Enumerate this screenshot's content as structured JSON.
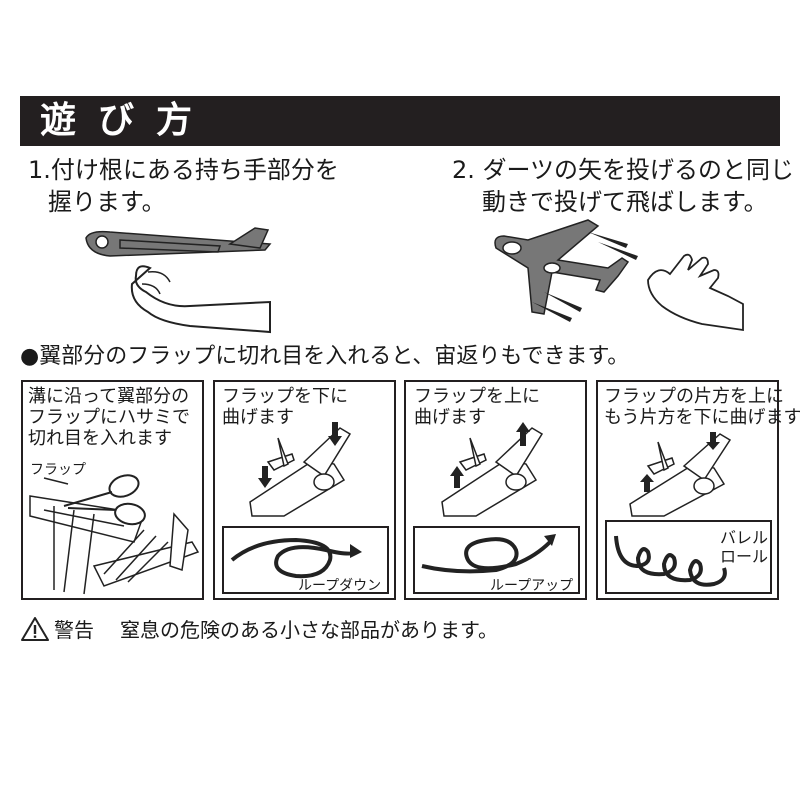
{
  "header": {
    "title": "遊び方"
  },
  "steps": [
    {
      "line1": "1.付け根にある持ち手部分を",
      "line2": "握ります。"
    },
    {
      "line1": "2. ダーツの矢を投げるのと同じ",
      "line2": "動きで投げて飛ばします。"
    }
  ],
  "bullet": "●翼部分のフラップに切れ目を入れると、宙返りもできます。",
  "panels": [
    {
      "text": "溝に沿って翼部分の\nフラップにハサミで\n切れ目を入れます",
      "callout": "フラップ"
    },
    {
      "text": "フラップを下に\n曲げます",
      "label": "ループダウン"
    },
    {
      "text": "フラップを上に\n曲げます",
      "label": "ループアップ"
    },
    {
      "text": "フラップの片方を上に\nもう片方を下に曲げます",
      "label": "バレル\nロール"
    }
  ],
  "warning": {
    "title": "警告",
    "text": "窒息の危険のある小さな部品があります。"
  },
  "colors": {
    "header_bg": "#231f20",
    "plane_gray": "#777777",
    "ink": "#231f20"
  },
  "icons": [
    "warning-triangle-icon",
    "scissors-icon",
    "arrow-down-icon",
    "arrow-up-icon"
  ]
}
